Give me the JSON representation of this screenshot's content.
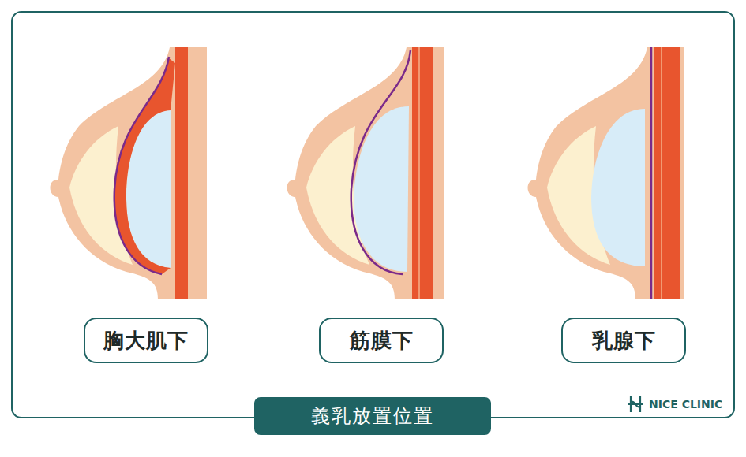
{
  "diagram": {
    "title": "義乳放置位置",
    "nodes": [
      {
        "text": [
          "胸大肌下"
        ]
      },
      {
        "text": [
          "筋膜下"
        ]
      },
      {
        "text": [
          "乳腺下"
        ]
      }
    ],
    "labels": [
      "NICE CLINIC"
    ]
  }
}
